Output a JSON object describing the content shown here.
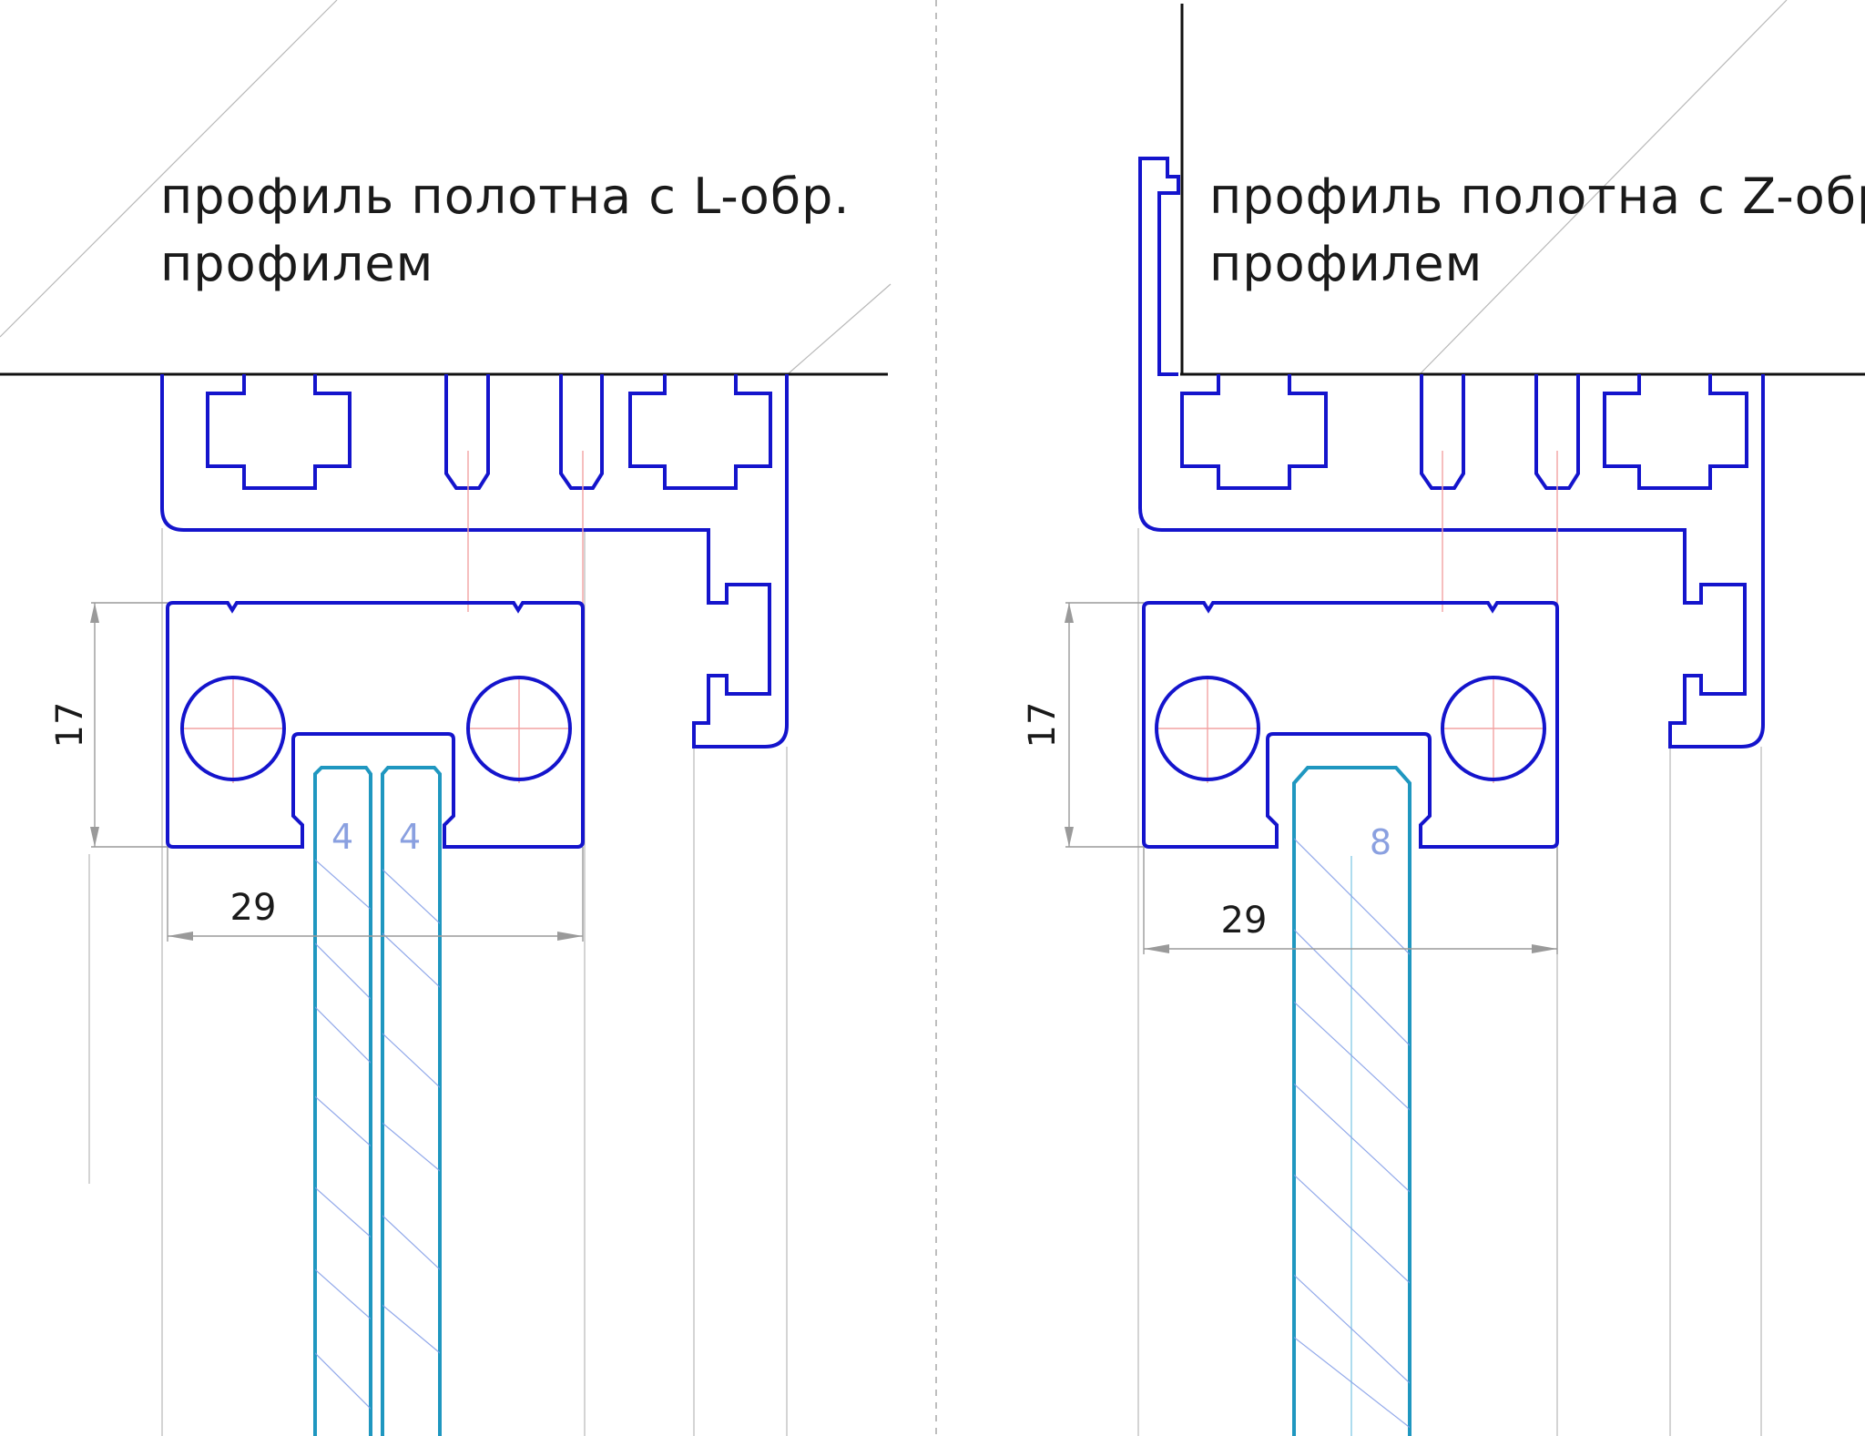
{
  "panels": [
    {
      "label_line1": "профиль полотна с L-обр.",
      "label_line2": "профилем",
      "dim_width": "29",
      "dim_height": "17",
      "glass_thickness_1": "4",
      "glass_thickness_2": "4"
    },
    {
      "label_line1": "профиль полотна с Z-обр.",
      "label_line2": "профилем",
      "dim_width": "29",
      "dim_height": "17",
      "glass_thickness": "8"
    }
  ],
  "colors": {
    "profile": "#1414cc",
    "glass": "#1f97c0",
    "hatch": "#7f9ae6",
    "axis": "#f2a2a2",
    "construction": "#b8b8b8",
    "ceiling": "#111111"
  }
}
